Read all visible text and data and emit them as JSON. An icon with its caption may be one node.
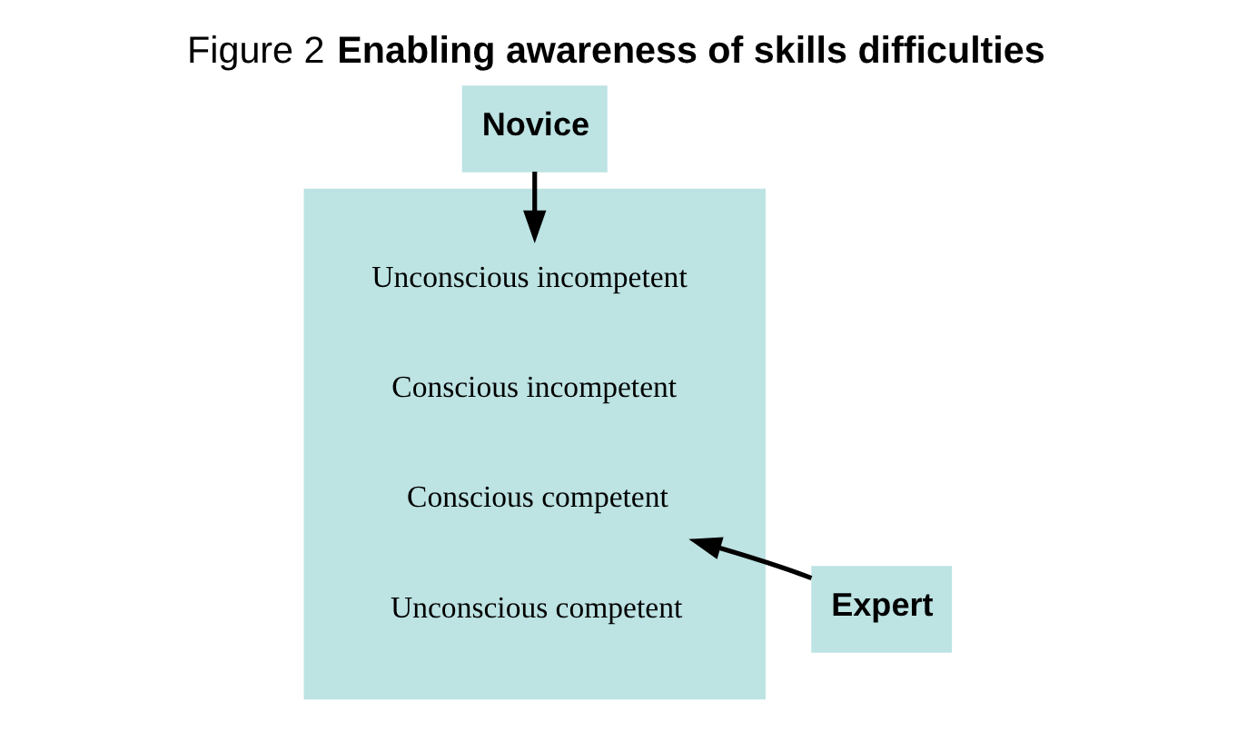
{
  "diagram": {
    "title": "Figure 2 **Enabling awareness of skills difficulties**",
    "nodes": [
      {
        "text": [
          "Novice"
        ]
      },
      {
        "text": [],
        "shape": "box"
      },
      {
        "text": [
          "Unconscious incompetent"
        ],
        "in": 1
      },
      {
        "text": [
          "Conscious incompetent"
        ],
        "in": 1
      },
      {
        "text": [
          "Conscious competent"
        ],
        "in": 1
      },
      {
        "text": [
          "Unconscious competent"
        ],
        "in": 1
      },
      {
        "text": [
          "Expert"
        ]
      }
    ],
    "edges": [
      {
        "from": 0,
        "to": 2,
        "arrow": "to"
      },
      {
        "from": 6,
        "to": 4,
        "arrow": "to"
      }
    ]
  }
}
